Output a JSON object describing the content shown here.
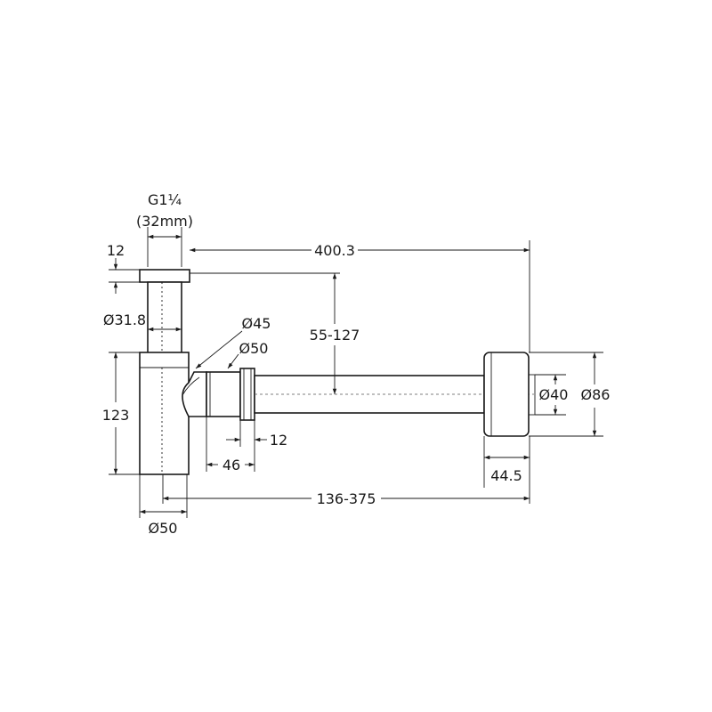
{
  "diagram": {
    "labels": {
      "thread_g": "G1¼",
      "thread_mm": "(32mm)",
      "cap_height": "12",
      "overall_width": "400.3",
      "tail_dia": "Ø31.8",
      "connector_dia_45": "Ø45",
      "connector_dia_50": "Ø50",
      "height_range": "55-127",
      "body_height": "123",
      "nut_width": "12",
      "connector_length": "46",
      "reach_range": "136-375",
      "body_dia": "Ø50",
      "outlet_dia": "Ø40",
      "flange_dia": "Ø86",
      "flange_depth": "44.5"
    }
  }
}
